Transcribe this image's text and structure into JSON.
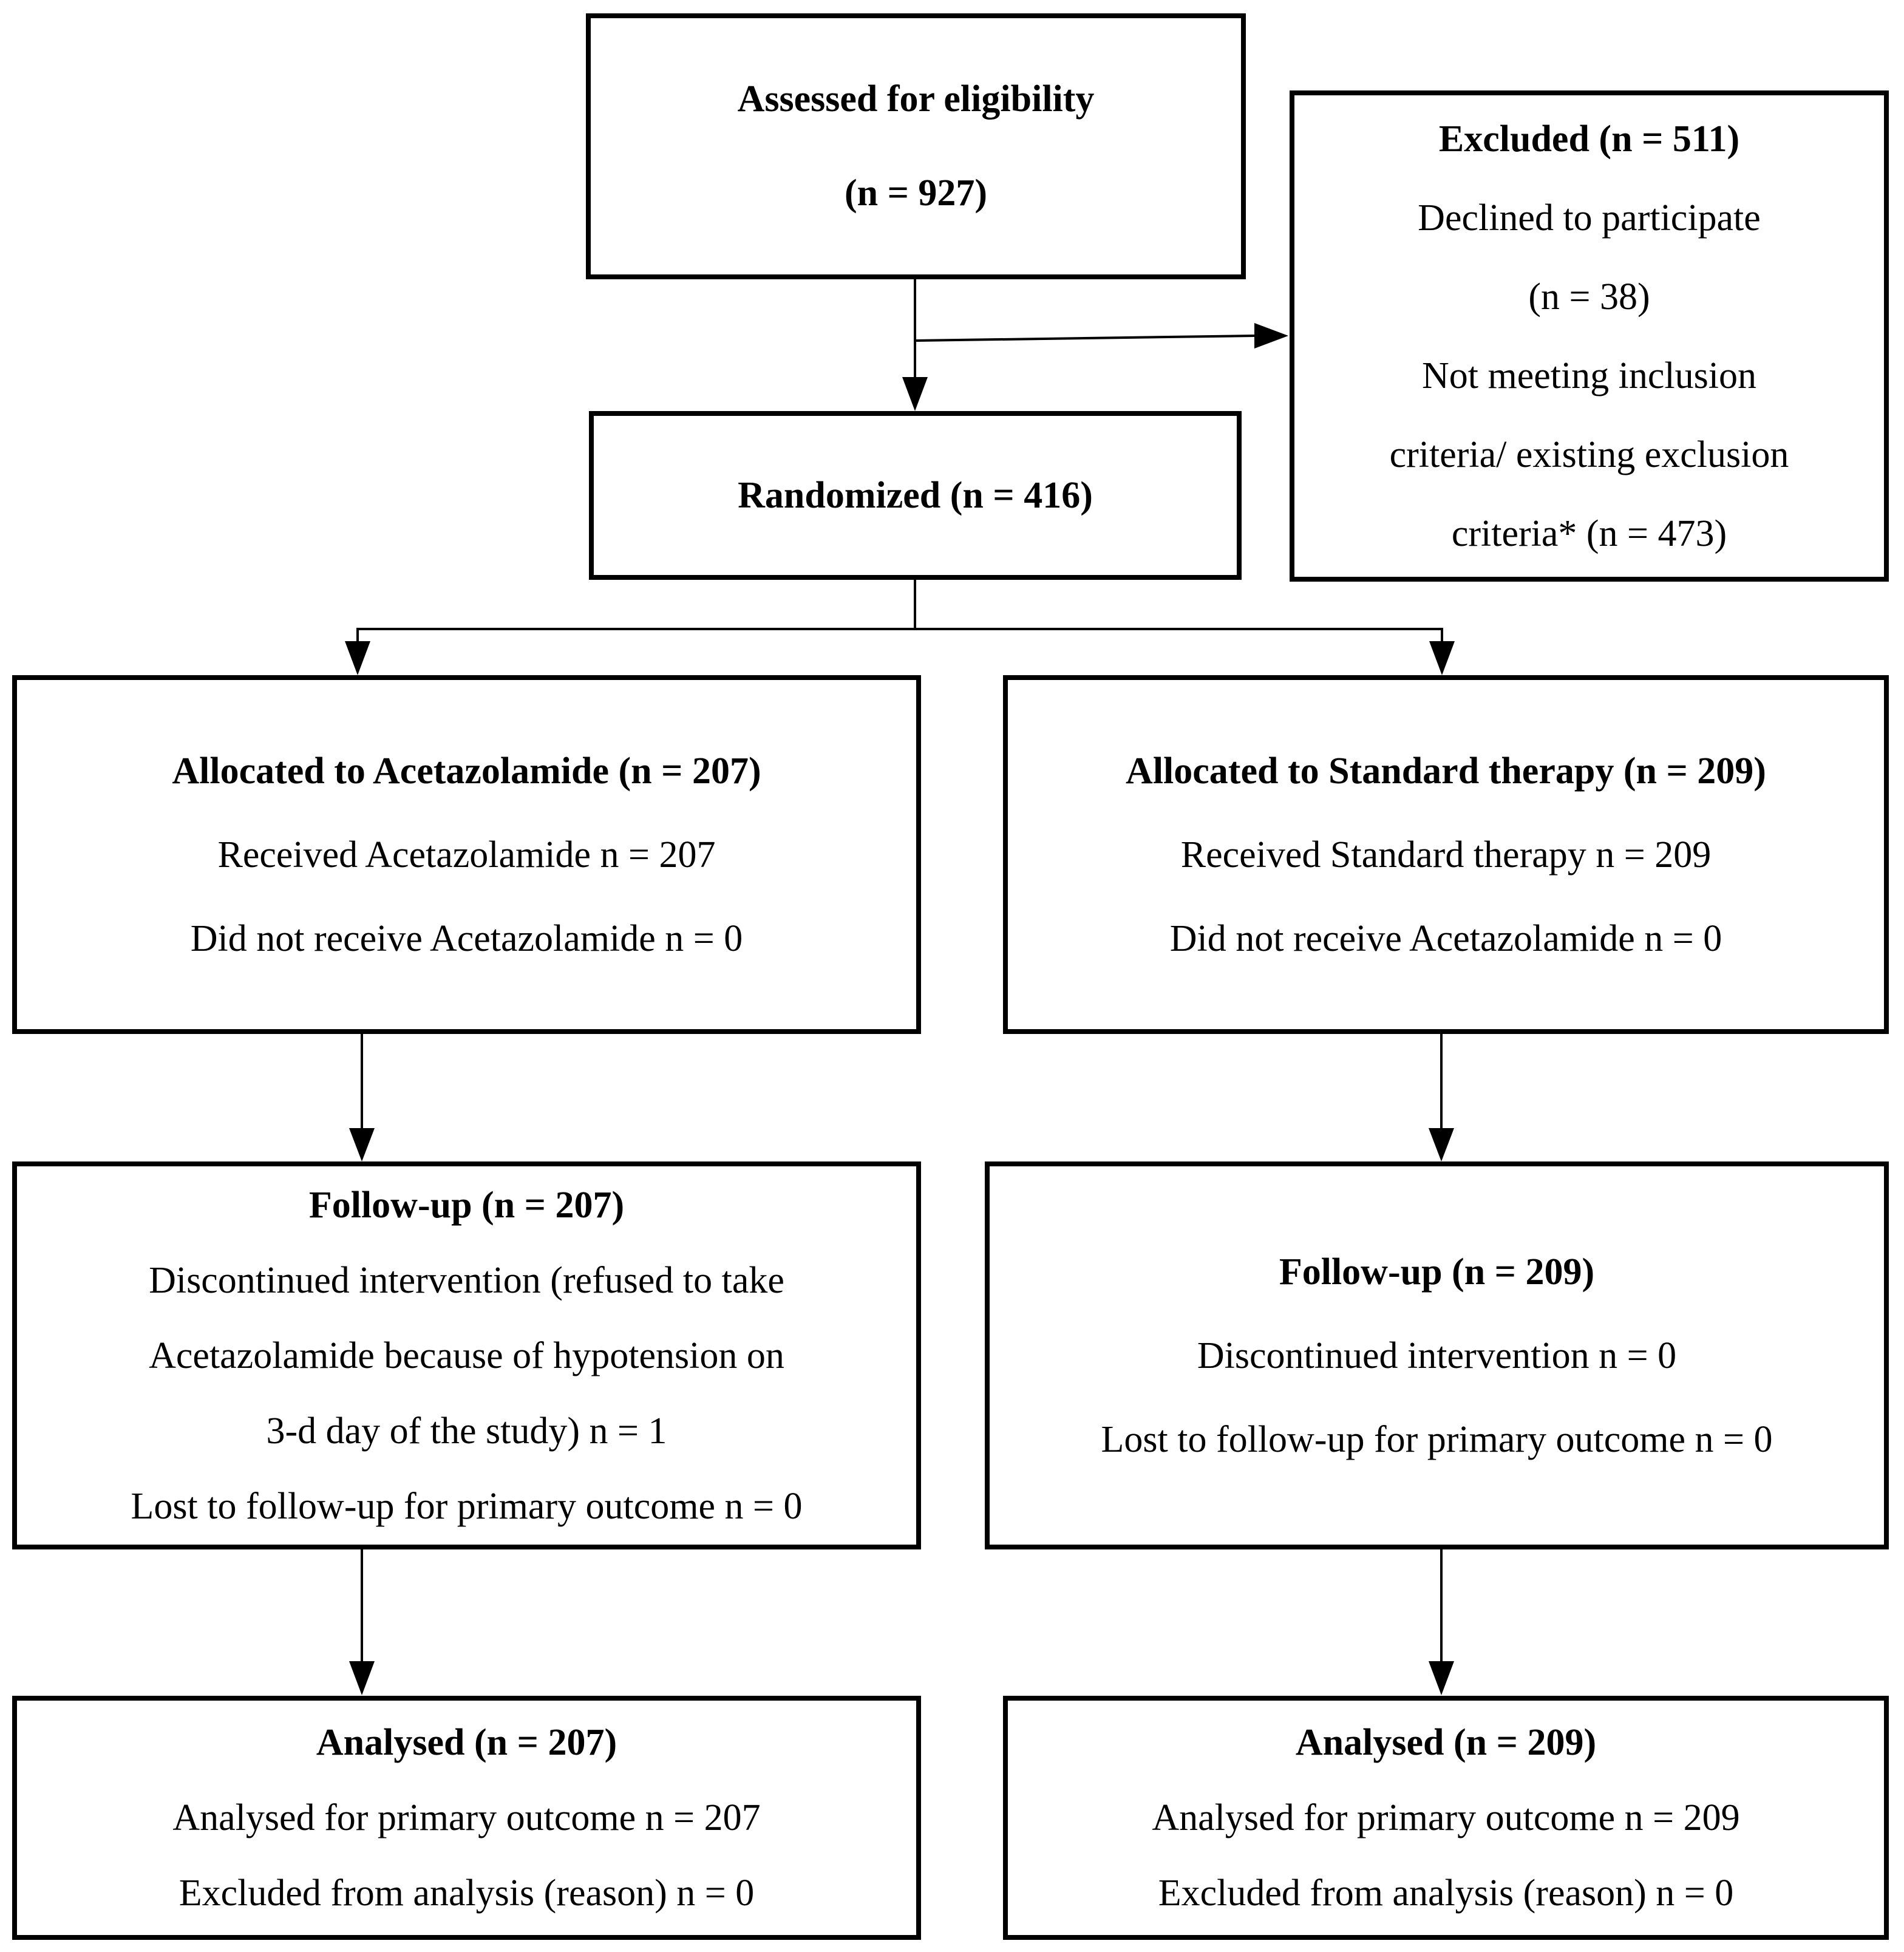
{
  "figure": {
    "kind": "consort-flow-diagram",
    "colors": {
      "background": "#ffffff",
      "line": "#000000",
      "text": "#000000"
    }
  },
  "boxes": {
    "assessed": {
      "lines": [
        "Assessed for eligibility",
        "(n = 927)"
      ]
    },
    "excluded": {
      "lines": [
        "Excluded (n = 511)",
        "Declined to participate",
        "(n = 38)",
        "Not meeting inclusion",
        "criteria/ existing exclusion",
        "criteria* (n = 473)"
      ]
    },
    "randomized": {
      "lines": [
        "Randomized (n = 416)"
      ]
    },
    "allocated_left": {
      "lines": [
        "Allocated to Acetazolamide (n = 207)",
        "Received Acetazolamide n = 207",
        "Did not receive Acetazolamide n = 0"
      ]
    },
    "allocated_right": {
      "lines": [
        "Allocated to Standard therapy (n = 209)",
        "Received Standard therapy n = 209",
        "Did not receive Acetazolamide n = 0"
      ]
    },
    "followup_left": {
      "lines": [
        "Follow-up (n = 207)",
        "Discontinued intervention (refused to take",
        "Acetazolamide because of hypotension on",
        "3-d day of the study) n = 1",
        "Lost to follow-up for primary outcome n = 0"
      ]
    },
    "followup_right": {
      "lines": [
        "Follow-up (n = 209)",
        "Discontinued intervention n = 0",
        "Lost to follow-up for primary outcome n = 0"
      ]
    },
    "analysed_left": {
      "lines": [
        "Analysed (n = 207)",
        "Analysed for primary outcome n = 207",
        "Excluded from analysis (reason) n = 0"
      ]
    },
    "analysed_right": {
      "lines": [
        "Analysed (n = 209)",
        "Analysed for primary outcome n = 209",
        "Excluded from analysis (reason) n = 0"
      ]
    }
  }
}
